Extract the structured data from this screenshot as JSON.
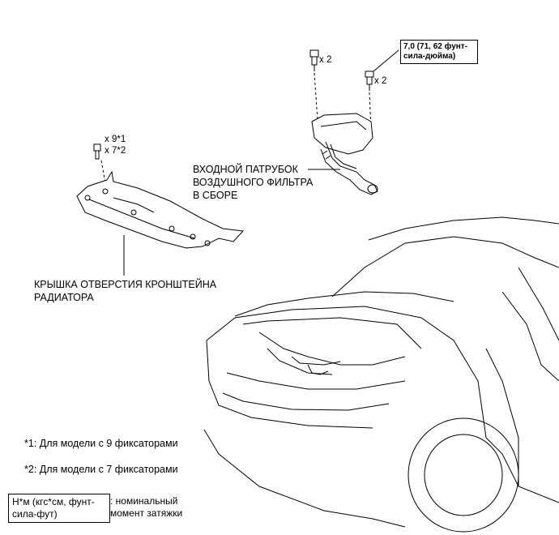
{
  "fasteners": {
    "bolt_top_qty": "x 2",
    "bolt_right_qty": "x 2",
    "clip_qty_9": "x 9*1",
    "clip_qty_7": "x 7*2"
  },
  "torque_spec": "7,0 (71, 62 фунт-\nсила-дюйма)",
  "labels": {
    "air_inlet": "ВХОДНОЙ ПАТРУБОК\nВОЗДУШНОГО ФИЛЬТРА\nВ СБОРЕ",
    "radiator_cover": "КРЫШКА ОТВЕРСТИЯ КРОНШТЕЙНА\nРАДИАТОРА"
  },
  "notes": {
    "note1": "*1: Для модели с 9 фиксаторами",
    "note2": "*2: Для модели с 7 фиксаторами"
  },
  "legend": {
    "box": "Н*м (кгс*см, фунт-\nсила-фут)",
    "text": ": номинальный\nмомент затяжки"
  }
}
